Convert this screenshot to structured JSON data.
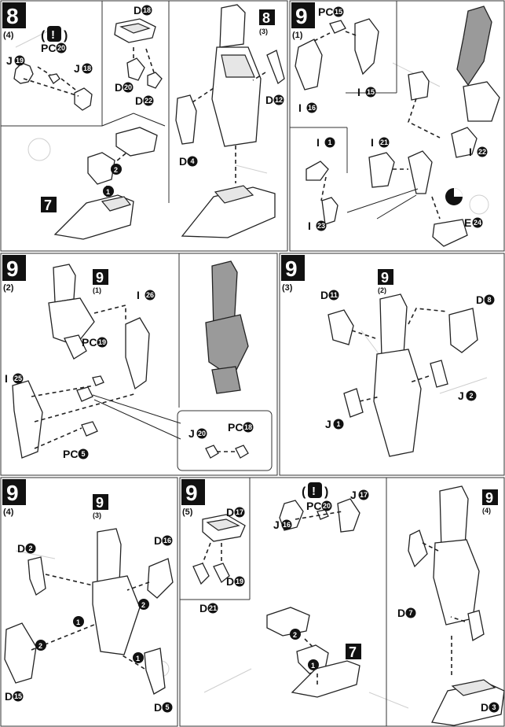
{
  "steps": {
    "s8_4": {
      "num": "8",
      "sub": "(4)"
    },
    "s9_1": {
      "num": "9",
      "sub": "(1)"
    },
    "s9_2": {
      "num": "9",
      "sub": "(2)"
    },
    "s9_3": {
      "num": "9",
      "sub": "(3)"
    },
    "s9_4": {
      "num": "9",
      "sub": "(4)"
    },
    "s9_5": {
      "num": "9",
      "sub": "(5)"
    }
  },
  "refs": {
    "r8_3": {
      "num": "8",
      "sub": "(3)"
    },
    "r7a": {
      "num": "7"
    },
    "r9_1": {
      "num": "9",
      "sub": "(1)"
    },
    "r9_2": {
      "num": "9",
      "sub": "(2)"
    },
    "r9_3": {
      "num": "9",
      "sub": "(3)"
    },
    "r9_4": {
      "num": "9",
      "sub": "(4)"
    },
    "r7b": {
      "num": "7"
    }
  },
  "warning": {
    "paren_open": "(",
    "mark": "!",
    "paren_close": ")"
  },
  "parts": {
    "p8": [
      {
        "letter": "J",
        "n": "19"
      },
      {
        "letter": "PC",
        "n": "20"
      },
      {
        "letter": "J",
        "n": "18"
      },
      {
        "letter": "D",
        "n": "18"
      },
      {
        "letter": "D",
        "n": "20"
      },
      {
        "letter": "D",
        "n": "22"
      },
      {
        "letter": "D",
        "n": "12"
      },
      {
        "letter": "D",
        "n": "4"
      }
    ],
    "p91": [
      {
        "letter": "PC",
        "n": "15"
      },
      {
        "letter": "I",
        "n": "15"
      },
      {
        "letter": "I",
        "n": "16"
      },
      {
        "letter": "I",
        "n": "1"
      },
      {
        "letter": "I",
        "n": "21"
      },
      {
        "letter": "I",
        "n": "22"
      },
      {
        "letter": "I",
        "n": "23"
      },
      {
        "letter": "E",
        "n": "24"
      }
    ],
    "p92": [
      {
        "letter": "I",
        "n": "26"
      },
      {
        "letter": "PC",
        "n": "19"
      },
      {
        "letter": "I",
        "n": "25"
      },
      {
        "letter": "PC",
        "n": "5"
      },
      {
        "letter": "J",
        "n": "20"
      },
      {
        "letter": "PC",
        "n": "18"
      }
    ],
    "p93": [
      {
        "letter": "D",
        "n": "11"
      },
      {
        "letter": "D",
        "n": "8"
      },
      {
        "letter": "J",
        "n": "2"
      },
      {
        "letter": "J",
        "n": "1"
      }
    ],
    "p94": [
      {
        "letter": "D",
        "n": "16"
      },
      {
        "letter": "D",
        "n": "2"
      },
      {
        "letter": "D",
        "n": "15"
      },
      {
        "letter": "D",
        "n": "5"
      }
    ],
    "p95": [
      {
        "letter": "D",
        "n": "17"
      },
      {
        "letter": "D",
        "n": "19"
      },
      {
        "letter": "D",
        "n": "21"
      },
      {
        "letter": "PC",
        "n": "20"
      },
      {
        "letter": "J",
        "n": "17"
      },
      {
        "letter": "J",
        "n": "16"
      },
      {
        "letter": "D",
        "n": "7"
      },
      {
        "letter": "D",
        "n": "3"
      }
    ]
  },
  "order": {
    "one": "1",
    "two": "2"
  }
}
